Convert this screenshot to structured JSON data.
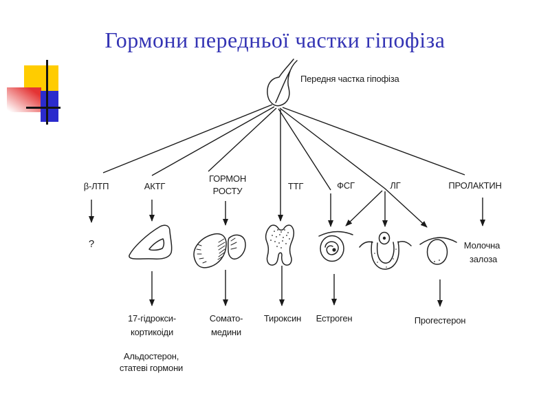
{
  "slide": {
    "title": "Гормони передньої частки гіпофіза",
    "colors": {
      "title_text": "#3434b4",
      "diagram_ink": "#1a1a1a",
      "background": "#ffffff",
      "decor_yellow": "#ffcc00",
      "decor_blue": "#2b2bcd",
      "decor_red": "#e43434"
    }
  },
  "diagram": {
    "source_label": "Передня частка гіпофіза",
    "hormones": {
      "bltp": "β-ЛТП",
      "aktg": "АКТГ",
      "growth_line1": "ГОРМОН",
      "growth_line2": "РОСТУ",
      "ttg": "ТТГ",
      "fsg": "ФСГ",
      "lg": "ЛГ",
      "prolactin": "ПРОЛАКТИН"
    },
    "targets": {
      "unknown": "?",
      "mammary_line1": "Молочна",
      "mammary_line2": "залоза"
    },
    "products": {
      "corticoids_line1": "17-гідрокси-",
      "corticoids_line2": "кортикоіди",
      "somatomedins_line1": "Сомато-",
      "somatomedins_line2": "медини",
      "thyroxine": "Тироксин",
      "estrogen": "Естроген",
      "progesterone": "Прогестерон",
      "aldosterone_line1": "Альдостерон,",
      "aldosterone_line2": "статеві гормони"
    }
  }
}
